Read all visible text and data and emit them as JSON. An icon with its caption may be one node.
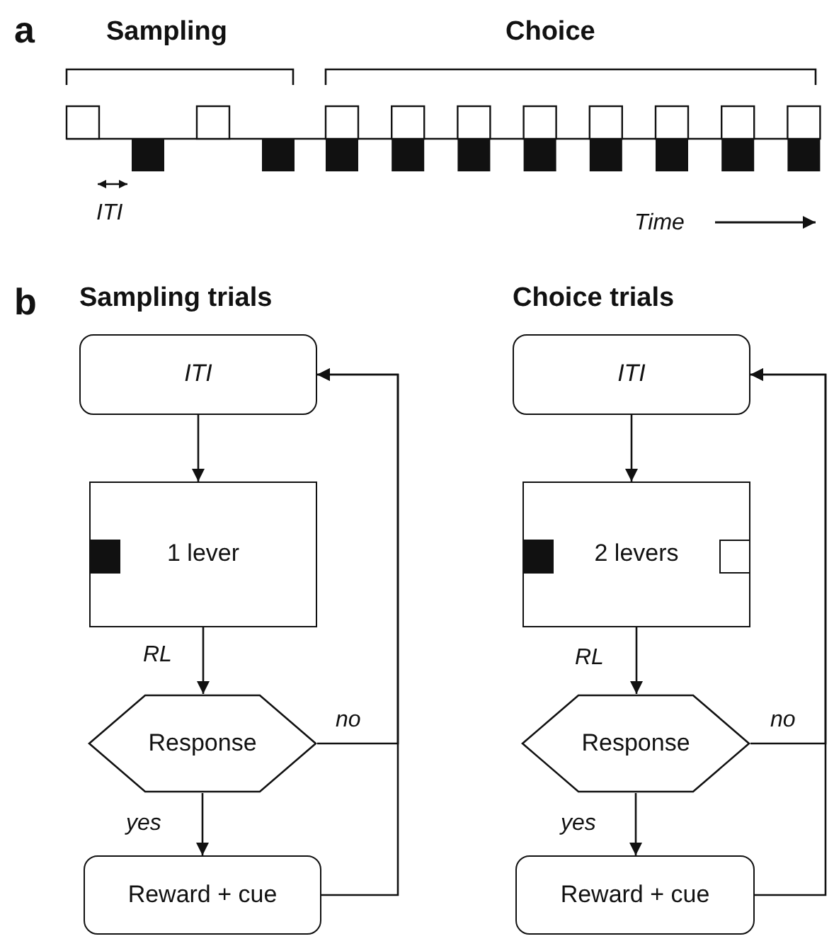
{
  "diagram": {
    "nodes": [
      {
        "text": [
          "ITI"
        ]
      },
      {
        "text": [
          "1 lever"
        ]
      },
      {
        "text": [
          "Response"
        ]
      },
      {
        "text": [
          "Reward + cue"
        ]
      },
      {
        "text": [
          "ITI"
        ]
      },
      {
        "text": [
          "2 levers"
        ]
      },
      {
        "text": [
          "Response"
        ]
      },
      {
        "text": [
          "Reward + cue"
        ]
      }
    ],
    "edges": [
      {
        "from": 0,
        "to": 1,
        "arrow": "to"
      },
      {
        "from": 1,
        "to": 2,
        "arrow": "to",
        "label": "RL"
      },
      {
        "from": 2,
        "to": 3,
        "arrow": "to",
        "label": "yes"
      },
      {
        "from": 2,
        "to": 0,
        "arrow": "to",
        "label": "no"
      },
      {
        "from": 3,
        "to": 0,
        "arrow": "to"
      },
      {
        "from": 4,
        "to": 5,
        "arrow": "to"
      },
      {
        "from": 5,
        "to": 6,
        "arrow": "to",
        "label": "RL"
      },
      {
        "from": 6,
        "to": 7,
        "arrow": "to",
        "label": "yes"
      },
      {
        "from": 6,
        "to": 4,
        "arrow": "to",
        "label": "no"
      },
      {
        "from": 7,
        "to": 4,
        "arrow": "to"
      }
    ],
    "labels": [
      "a",
      "Sampling",
      "Choice",
      "ITI",
      "Time",
      "b",
      "Sampling trials",
      "Choice trials"
    ]
  }
}
